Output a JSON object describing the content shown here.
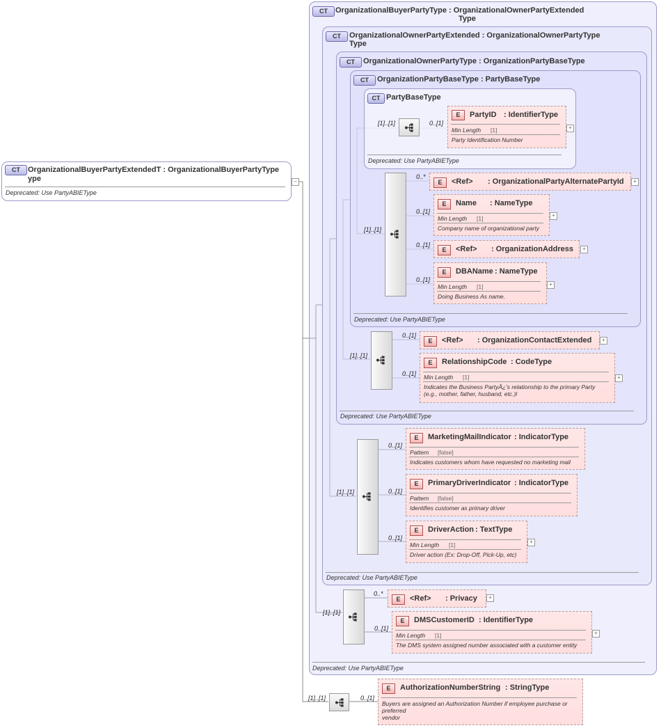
{
  "root": {
    "badge": "CT",
    "title_line1": "OrganizationalBuyerPartyExtendedT : OrganizationalBuyerPartyType",
    "title_line2": "ype",
    "deprecated": "Deprecated: Use PartyABIEType"
  },
  "outer": {
    "badge": "CT",
    "title_line1": "OrganizationalBuyerPartyType : OrganizationalOwnerPartyExtended",
    "title_line2": "Type",
    "deprecated": "Deprecated: Use PartyABIEType"
  },
  "owner_ext": {
    "badge": "CT",
    "title_line1": "OrganizationalOwnerPartyExtended : OrganizationalOwnerPartyType",
    "title_line2": "Type",
    "deprecated": "Deprecated: Use PartyABIEType"
  },
  "owner": {
    "badge": "CT",
    "title": "OrganizationalOwnerPartyType : OrganizationPartyBaseType",
    "deprecated": "Deprecated: Use PartyABIEType"
  },
  "org_base": {
    "badge": "CT",
    "title": "OrganizationPartyBaseType : PartyBaseType",
    "deprecated": "Deprecated: Use PartyABIEType"
  },
  "party_base": {
    "badge": "CT",
    "title": "PartyBaseType",
    "deprecated": "Deprecated: Use PartyABIEType"
  },
  "e_badge": "E",
  "seq_mult": "[1]..[1]",
  "elements": {
    "party_id": {
      "name": "PartyID",
      "type": ": IdentifierType",
      "mult": "0..[1]",
      "facet": "Min Length",
      "facet_val": "[1]",
      "doc": "Party Identification Number"
    },
    "alt_party": {
      "name": "<Ref>",
      "type": ": OrganizationalPartyAlternatePartyId",
      "mult": "0..*"
    },
    "name": {
      "name": "Name",
      "type": ": NameType",
      "mult": "0..[1]",
      "facet": "Min Length",
      "facet_val": "[1]",
      "doc": "Company name of organizational party"
    },
    "org_address": {
      "name": "<Ref>",
      "type": ": OrganizationAddress",
      "mult": "0..[1]"
    },
    "dba_name": {
      "name": "DBAName",
      "type": ": NameType",
      "mult": "0..[1]",
      "facet": "Min Length",
      "facet_val": "[1]",
      "doc": "Doing Business As name."
    },
    "org_contact": {
      "name": "<Ref>",
      "type": ": OrganizationContactExtended",
      "mult": "0..[1]"
    },
    "relationship": {
      "name": "RelationshipCode",
      "type": ": CodeType",
      "mult": "0..[1]",
      "facet": "Min Length",
      "facet_val": "[1]",
      "doc1": "Indicates the Business PartyÂ¿'s relationship to the primary Party",
      "doc2": "(e.g., mother, father, husband, etc.)l"
    },
    "marketing": {
      "name": "MarketingMailIndicator",
      "type": ": IndicatorType",
      "mult": "0..[1]",
      "facet": "Pattern",
      "facet_val": "[false]",
      "doc": "Indicates customers whom have requested no marketing mail"
    },
    "primary_driver": {
      "name": "PrimaryDriverIndicator",
      "type": ": IndicatorType",
      "mult": "0..[1]",
      "facet": "Pattern",
      "facet_val": "[false]",
      "doc": "Identifies customer as primary driver"
    },
    "driver_action": {
      "name": "DriverAction",
      "type": ": TextType",
      "mult": "0..[1]",
      "facet": "Min Length",
      "facet_val": "[1]",
      "doc": "Driver action (Ex: Drop-Off, Pick-Up, etc)"
    },
    "privacy": {
      "name": "<Ref>",
      "type": ": Privacy",
      "mult": "0..*"
    },
    "dms_customer": {
      "name": "DMSCustomerID",
      "type": ": IdentifierType",
      "mult": "0..[1]",
      "facet": "Min Length",
      "facet_val": "[1]",
      "doc": "The DMS system assigned number associated with a customer entity"
    },
    "auth_number": {
      "name": "AuthorizationNumberString",
      "type": ": StringType",
      "mult": "0..[1]",
      "doc1": "Buyers are assigned an Authorization Number if employee purchase or",
      "doc2": "preferred",
      "doc3": "vendor"
    }
  },
  "colors": {
    "ct_border": "#9b9bc8",
    "ct_fill": "#dcdcfa",
    "element_fill": "#ffe0e0",
    "element_border": "#b4a0a0"
  }
}
